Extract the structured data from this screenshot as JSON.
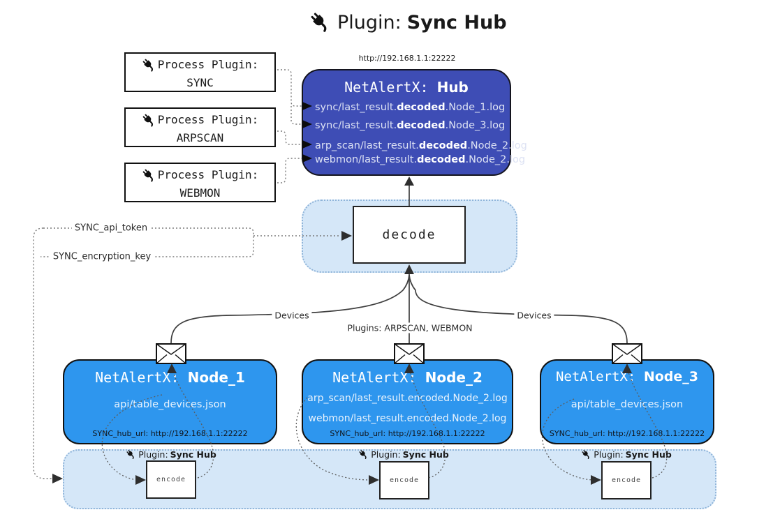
{
  "title": {
    "icon": "plug-icon",
    "prefix": "Plugin:",
    "name": "Sync Hub"
  },
  "process_plugins": [
    {
      "label": "Process Plugin:",
      "name": "SYNC"
    },
    {
      "label": "Process Plugin:",
      "name": "ARPSCAN"
    },
    {
      "label": "Process Plugin:",
      "name": "WEBMON"
    }
  ],
  "hub": {
    "url": "http://192.168.1.1:22222",
    "name_prefix": "NetAlertX:",
    "name": "Hub",
    "files": [
      {
        "pre": "sync/last_result.",
        "bold": "decoded",
        "post": ".Node_1.log"
      },
      {
        "pre": "sync/last_result.",
        "bold": "decoded",
        "post": ".Node_3.log"
      },
      {
        "pre": "arp_scan/last_result.",
        "bold": "decoded",
        "post": ".Node_2.log"
      },
      {
        "pre": "webmon/last_result.",
        "bold": "decoded",
        "post": ".Node_2.log"
      }
    ]
  },
  "decode_label": "decode",
  "settings": {
    "api_token": "SYNC_api_token",
    "encryption_key": "SYNC_encryption_key"
  },
  "edge_labels": {
    "devices_left": "Devices",
    "plugins_center": "Plugins: ARPSCAN, WEBMON",
    "devices_right": "Devices"
  },
  "nodes": [
    {
      "name_prefix": "NetAlertX:",
      "name": "Node_1",
      "files": [
        "api/table_devices.json"
      ],
      "hub_url": "SYNC_hub_url: http://192.168.1.1:22222"
    },
    {
      "name_prefix": "NetAlertX:",
      "name": "Node_2",
      "files": [
        "arp_scan/last_result.encoded.Node_2.log",
        "webmon/last_result.encoded.Node_2.log"
      ],
      "hub_url": "SYNC_hub_url: http://192.168.1.1:22222"
    },
    {
      "name_prefix": "NetAlertX:",
      "name": "Node_3",
      "files": [
        "api/table_devices.json"
      ],
      "hub_url": "SYNC_hub_url: http://192.168.1.1:22222"
    }
  ],
  "sync_band": {
    "plugin_prefix": "Plugin:",
    "plugin_name": "Sync Hub",
    "encode_label": "encode"
  },
  "colors": {
    "hub-bg": "#3e4db5",
    "node-bg": "#2e96ee",
    "panel-bg": "#d5e7f8",
    "panel-border": "#8fb4d9"
  }
}
